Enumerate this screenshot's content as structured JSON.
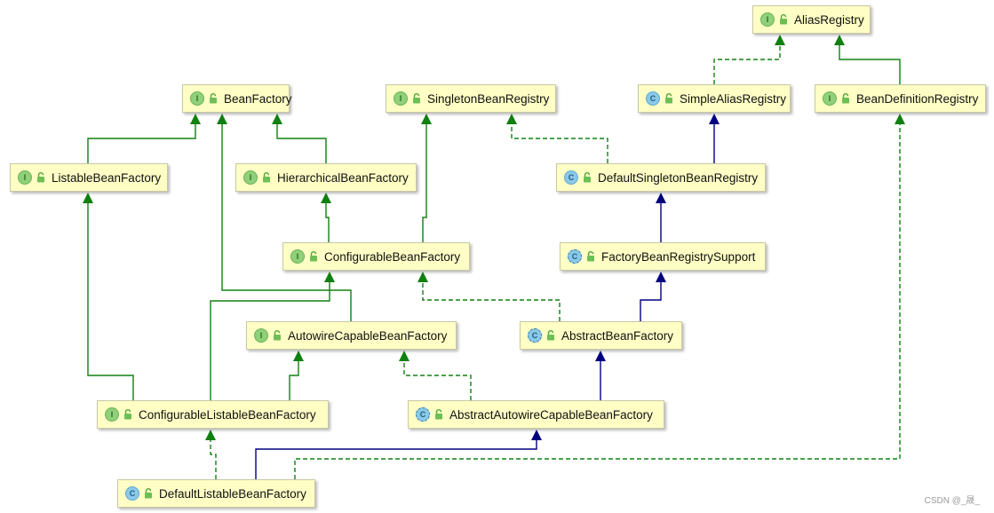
{
  "nodes": [
    {
      "id": "AliasRegistry",
      "label": "AliasRegistry",
      "kind": "interface"
    },
    {
      "id": "BeanFactory",
      "label": "BeanFactory",
      "kind": "interface"
    },
    {
      "id": "SingletonBeanRegistry",
      "label": "SingletonBeanRegistry",
      "kind": "interface"
    },
    {
      "id": "SimpleAliasRegistry",
      "label": "SimpleAliasRegistry",
      "kind": "class"
    },
    {
      "id": "BeanDefinitionRegistry",
      "label": "BeanDefinitionRegistry",
      "kind": "interface"
    },
    {
      "id": "ListableBeanFactory",
      "label": "ListableBeanFactory",
      "kind": "interface"
    },
    {
      "id": "HierarchicalBeanFactory",
      "label": "HierarchicalBeanFactory",
      "kind": "interface"
    },
    {
      "id": "DefaultSingletonBeanRegistry",
      "label": "DefaultSingletonBeanRegistry",
      "kind": "class"
    },
    {
      "id": "ConfigurableBeanFactory",
      "label": "ConfigurableBeanFactory",
      "kind": "interface"
    },
    {
      "id": "FactoryBeanRegistrySupport",
      "label": "FactoryBeanRegistrySupport",
      "kind": "abstract"
    },
    {
      "id": "AutowireCapableBeanFactory",
      "label": "AutowireCapableBeanFactory",
      "kind": "interface"
    },
    {
      "id": "AbstractBeanFactory",
      "label": "AbstractBeanFactory",
      "kind": "abstract"
    },
    {
      "id": "ConfigurableListableBeanFactory",
      "label": "ConfigurableListableBeanFactory",
      "kind": "interface"
    },
    {
      "id": "AbstractAutowireCapableBeanFactory",
      "label": "AbstractAutowireCapableBeanFactory",
      "kind": "abstract"
    },
    {
      "id": "DefaultListableBeanFactory",
      "label": "DefaultListableBeanFactory",
      "kind": "class"
    }
  ],
  "edges": [
    {
      "from": "SimpleAliasRegistry",
      "to": "AliasRegistry",
      "type": "implements"
    },
    {
      "from": "BeanDefinitionRegistry",
      "to": "AliasRegistry",
      "type": "extends-interface"
    },
    {
      "from": "ListableBeanFactory",
      "to": "BeanFactory",
      "type": "extends-interface"
    },
    {
      "from": "HierarchicalBeanFactory",
      "to": "BeanFactory",
      "type": "extends-interface"
    },
    {
      "from": "AutowireCapableBeanFactory",
      "to": "BeanFactory",
      "type": "extends-interface"
    },
    {
      "from": "ConfigurableBeanFactory",
      "to": "HierarchicalBeanFactory",
      "type": "extends-interface"
    },
    {
      "from": "ConfigurableBeanFactory",
      "to": "SingletonBeanRegistry",
      "type": "extends-interface"
    },
    {
      "from": "DefaultSingletonBeanRegistry",
      "to": "SingletonBeanRegistry",
      "type": "implements"
    },
    {
      "from": "DefaultSingletonBeanRegistry",
      "to": "SimpleAliasRegistry",
      "type": "extends-class"
    },
    {
      "from": "FactoryBeanRegistrySupport",
      "to": "DefaultSingletonBeanRegistry",
      "type": "extends-class"
    },
    {
      "from": "AbstractBeanFactory",
      "to": "FactoryBeanRegistrySupport",
      "type": "extends-class"
    },
    {
      "from": "AbstractBeanFactory",
      "to": "ConfigurableBeanFactory",
      "type": "implements"
    },
    {
      "from": "AbstractAutowireCapableBeanFactory",
      "to": "AbstractBeanFactory",
      "type": "extends-class"
    },
    {
      "from": "AbstractAutowireCapableBeanFactory",
      "to": "AutowireCapableBeanFactory",
      "type": "implements"
    },
    {
      "from": "ConfigurableListableBeanFactory",
      "to": "ListableBeanFactory",
      "type": "extends-interface"
    },
    {
      "from": "ConfigurableListableBeanFactory",
      "to": "ConfigurableBeanFactory",
      "type": "extends-interface"
    },
    {
      "from": "ConfigurableListableBeanFactory",
      "to": "AutowireCapableBeanFactory",
      "type": "extends-interface"
    },
    {
      "from": "DefaultListableBeanFactory",
      "to": "ConfigurableListableBeanFactory",
      "type": "implements"
    },
    {
      "from": "DefaultListableBeanFactory",
      "to": "AbstractAutowireCapableBeanFactory",
      "type": "extends-class"
    },
    {
      "from": "DefaultListableBeanFactory",
      "to": "BeanDefinitionRegistry",
      "type": "implements"
    }
  ],
  "icons": {
    "interface": "I",
    "class": "C",
    "abstract": "C"
  },
  "colors": {
    "interface_edge": "#108010",
    "class_edge": "#000080",
    "node_fill": "#fffec5"
  },
  "watermark": "CSDN @_晟_"
}
